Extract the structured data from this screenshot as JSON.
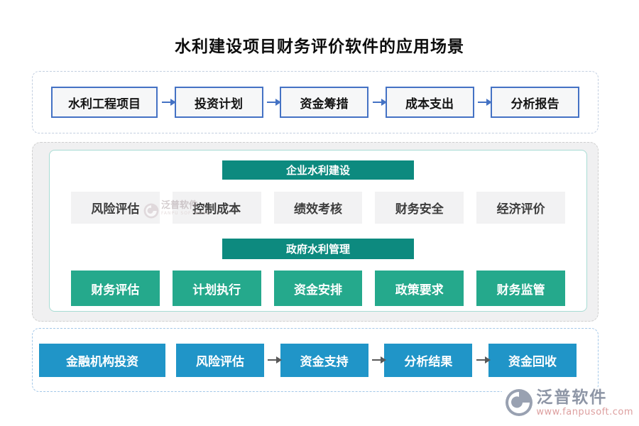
{
  "title": "水利建设项目财务评价软件的应用场景",
  "top_flow": {
    "steps": [
      "水利工程项目",
      "投资计划",
      "资金筹措",
      "成本支出",
      "分析报告"
    ]
  },
  "enterprise_section": {
    "header": "企业水利建设",
    "items": [
      "风险评估",
      "控制成本",
      "绩效考核",
      "财务安全",
      "经济评价"
    ]
  },
  "government_section": {
    "header": "政府水利管理",
    "items": [
      "财务评估",
      "计划执行",
      "资金安排",
      "政策要求",
      "财务监管"
    ]
  },
  "bottom_flow": {
    "steps": [
      "金融机构投资",
      "风险评估",
      "资金支持",
      "分析结果",
      "资金回收"
    ]
  },
  "watermark": {
    "name": "泛普软件",
    "subname": "FANPU SOFTWARE"
  },
  "logo": {
    "name": "泛普软件",
    "url": "www.fanpusoft.com"
  },
  "colors": {
    "teal_header": "#0d8a7f",
    "green_box": "#25a98c",
    "blue_box": "#2095c8",
    "flow_border_blue": "#4472c4",
    "arrow_gray": "#595959"
  }
}
